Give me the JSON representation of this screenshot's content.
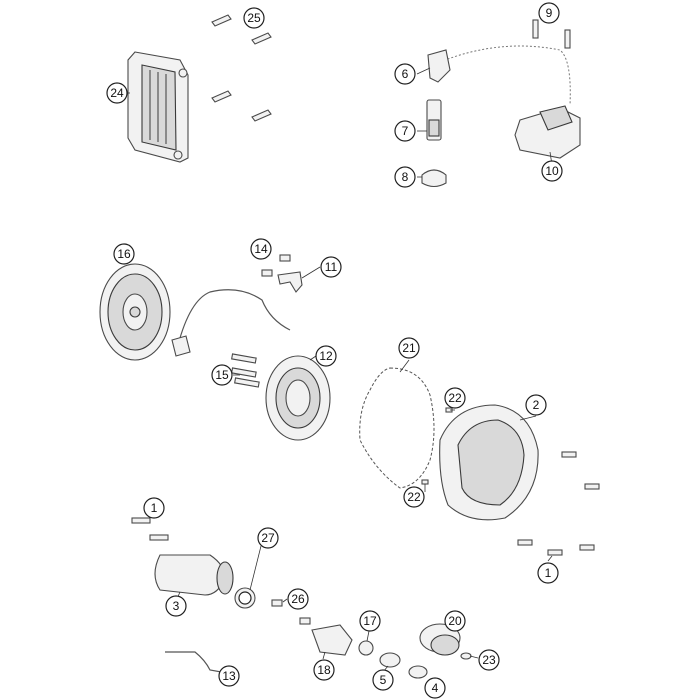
{
  "diagram": {
    "callouts": [
      {
        "id": "c25",
        "label": "25"
      },
      {
        "id": "c24",
        "label": "24"
      },
      {
        "id": "c9",
        "label": "9"
      },
      {
        "id": "c6",
        "label": "6"
      },
      {
        "id": "c7",
        "label": "7"
      },
      {
        "id": "c8",
        "label": "8"
      },
      {
        "id": "c10",
        "label": "10"
      },
      {
        "id": "c16",
        "label": "16"
      },
      {
        "id": "c14",
        "label": "14"
      },
      {
        "id": "c11",
        "label": "11"
      },
      {
        "id": "c12",
        "label": "12"
      },
      {
        "id": "c15",
        "label": "15"
      },
      {
        "id": "c21",
        "label": "21"
      },
      {
        "id": "c22a",
        "label": "22"
      },
      {
        "id": "c2",
        "label": "2"
      },
      {
        "id": "c22b",
        "label": "22"
      },
      {
        "id": "c1a",
        "label": "1"
      },
      {
        "id": "c27",
        "label": "27"
      },
      {
        "id": "c3",
        "label": "3"
      },
      {
        "id": "c26",
        "label": "26"
      },
      {
        "id": "c17",
        "label": "17"
      },
      {
        "id": "c20",
        "label": "20"
      },
      {
        "id": "c23",
        "label": "23"
      },
      {
        "id": "c1b",
        "label": "1"
      },
      {
        "id": "c18",
        "label": "18"
      },
      {
        "id": "c5",
        "label": "5"
      },
      {
        "id": "c4",
        "label": "4"
      },
      {
        "id": "c13",
        "label": "13"
      }
    ]
  }
}
